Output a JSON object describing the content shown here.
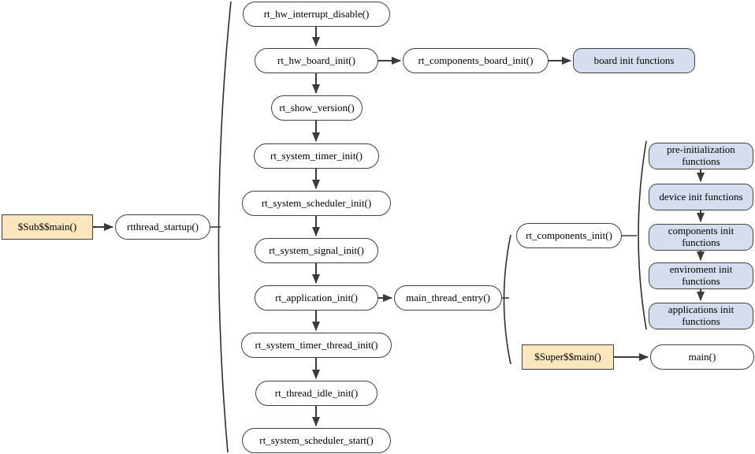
{
  "diagram": {
    "description": "RT-Thread startup sequence flowchart",
    "colors": {
      "node_border": "#404040",
      "edge_line": "#3b3b3b",
      "white_fill": "#ffffff",
      "tan_fill": "#fbe6bd",
      "blue_fill": "#d6ddee",
      "background": "#ffffff",
      "text": "#000000"
    }
  },
  "nodes": {
    "sub_main": {
      "label": "$Sub$$main()",
      "shape": "rectangle",
      "fill": "tan"
    },
    "rtthread_startup": {
      "label": "rtthread_startup()",
      "shape": "rounded",
      "fill": "white"
    },
    "rt_hw_interrupt_disable": {
      "label": "rt_hw_interrupt_disable()",
      "shape": "rounded",
      "fill": "white"
    },
    "rt_hw_board_init": {
      "label": "rt_hw_board_init()",
      "shape": "rounded",
      "fill": "white"
    },
    "rt_components_board_init": {
      "label": "rt_components_board_init()",
      "shape": "rounded",
      "fill": "white"
    },
    "board_init_functions": {
      "label": "board init functions",
      "shape": "rounded",
      "fill": "blue"
    },
    "rt_show_version": {
      "label": "rt_show_version()",
      "shape": "rounded",
      "fill": "white"
    },
    "rt_system_timer_init": {
      "label": "rt_system_timer_init()",
      "shape": "rounded",
      "fill": "white"
    },
    "rt_system_scheduler_init": {
      "label": "rt_system_scheduler_init()",
      "shape": "rounded",
      "fill": "white"
    },
    "rt_system_signal_init": {
      "label": "rt_system_signal_init()",
      "shape": "rounded",
      "fill": "white"
    },
    "rt_application_init": {
      "label": "rt_application_init()",
      "shape": "rounded",
      "fill": "white"
    },
    "main_thread_entry": {
      "label": "main_thread_entry()",
      "shape": "rounded",
      "fill": "white"
    },
    "rt_components_init": {
      "label": "rt_components_init()",
      "shape": "rounded",
      "fill": "white"
    },
    "pre_initialization_functions": {
      "label": "pre-initialization functions",
      "shape": "rounded",
      "fill": "blue"
    },
    "device_init_functions": {
      "label": "device init functions",
      "shape": "rounded",
      "fill": "blue"
    },
    "components_init_functions": {
      "label": "components init functions",
      "shape": "rounded",
      "fill": "blue"
    },
    "enviroment_init_functions": {
      "label": "enviroment init functions",
      "shape": "rounded",
      "fill": "blue"
    },
    "applications_init_functions": {
      "label": "applications init functions",
      "shape": "rounded",
      "fill": "blue"
    },
    "super_main": {
      "label": "$Super$$main()",
      "shape": "rectangle",
      "fill": "tan"
    },
    "main_fn": {
      "label": "main()",
      "shape": "rounded",
      "fill": "white"
    },
    "rt_system_timer_thread_init": {
      "label": "rt_system_timer_thread_init()",
      "shape": "rounded",
      "fill": "white"
    },
    "rt_thread_idle_init": {
      "label": "rt_thread_idle_init()",
      "shape": "rounded",
      "fill": "white"
    },
    "rt_system_scheduler_start": {
      "label": "rt_system_scheduler_start()",
      "shape": "rounded",
      "fill": "white"
    }
  },
  "edges": [
    {
      "from": "$Sub$$main()",
      "to": "rtthread_startup()",
      "type": "arrow"
    },
    {
      "from": "rtthread_startup()",
      "to": "startup-brace-group",
      "type": "brace"
    },
    {
      "from": "rt_hw_interrupt_disable()",
      "to": "rt_hw_board_init()",
      "type": "arrow"
    },
    {
      "from": "rt_hw_board_init()",
      "to": "rt_show_version()",
      "type": "arrow"
    },
    {
      "from": "rt_hw_board_init()",
      "to": "rt_components_board_init()",
      "type": "arrow"
    },
    {
      "from": "rt_components_board_init()",
      "to": "board init functions",
      "type": "arrow"
    },
    {
      "from": "rt_show_version()",
      "to": "rt_system_timer_init()",
      "type": "arrow"
    },
    {
      "from": "rt_system_timer_init()",
      "to": "rt_system_scheduler_init()",
      "type": "arrow"
    },
    {
      "from": "rt_system_scheduler_init()",
      "to": "rt_system_signal_init()",
      "type": "arrow"
    },
    {
      "from": "rt_system_signal_init()",
      "to": "rt_application_init()",
      "type": "arrow"
    },
    {
      "from": "rt_application_init()",
      "to": "main_thread_entry()",
      "type": "arrow"
    },
    {
      "from": "rt_application_init()",
      "to": "rt_system_timer_thread_init()",
      "type": "arrow"
    },
    {
      "from": "main_thread_entry()",
      "to": "entry-brace-group",
      "type": "brace"
    },
    {
      "from": "rt_components_init()",
      "to": "components-brace-group",
      "type": "brace"
    },
    {
      "from": "pre-initialization functions",
      "to": "device init functions",
      "type": "arrow"
    },
    {
      "from": "device init functions",
      "to": "components init functions",
      "type": "arrow"
    },
    {
      "from": "components init functions",
      "to": "enviroment init functions",
      "type": "arrow"
    },
    {
      "from": "enviroment init functions",
      "to": "applications init functions",
      "type": "arrow"
    },
    {
      "from": "$Super$$main()",
      "to": "main()",
      "type": "arrow"
    },
    {
      "from": "rt_system_timer_thread_init()",
      "to": "rt_thread_idle_init()",
      "type": "arrow"
    },
    {
      "from": "rt_thread_idle_init()",
      "to": "rt_system_scheduler_start()",
      "type": "arrow"
    }
  ]
}
